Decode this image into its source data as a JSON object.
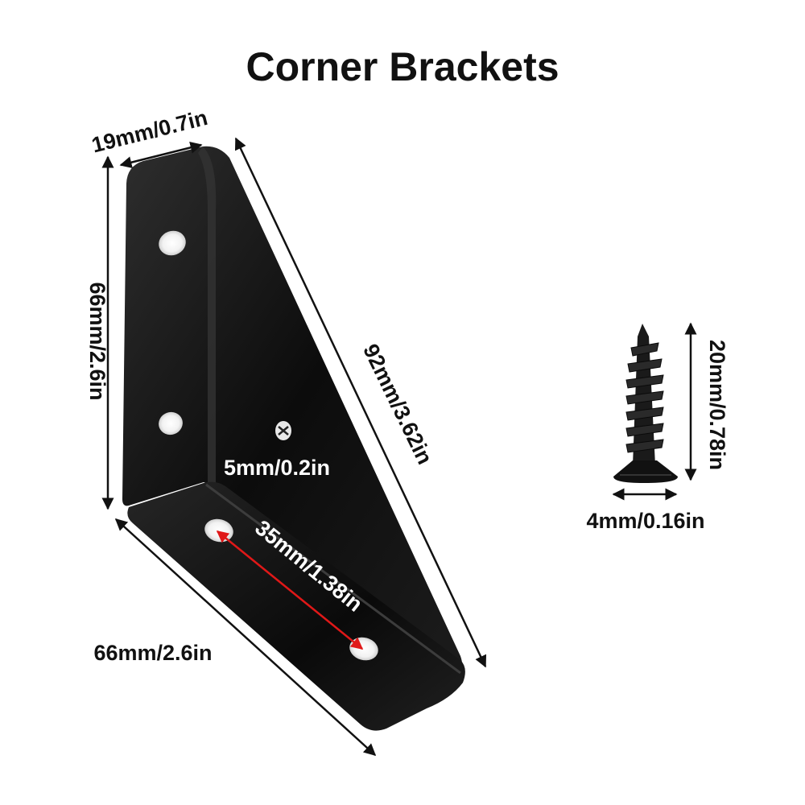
{
  "title": "Corner Brackets",
  "colors": {
    "background": "#ffffff",
    "bracket": "#0d0d0d",
    "bracket_highlight": "#3a3a3a",
    "dimension_line": "#111111",
    "hole_spacing_line": "#e01818"
  },
  "bracket": {
    "top_width": "19mm/0.7in",
    "height": "66mm/2.6in",
    "diagonal": "92mm/3.62in",
    "thickness": "5mm/0.2in",
    "hole_spacing": "35mm/1.38in",
    "base_length": "66mm/2.6in"
  },
  "screw": {
    "length": "20mm/0.78in",
    "head_diameter": "4mm/0.16in",
    "icon": "screw-icon"
  }
}
